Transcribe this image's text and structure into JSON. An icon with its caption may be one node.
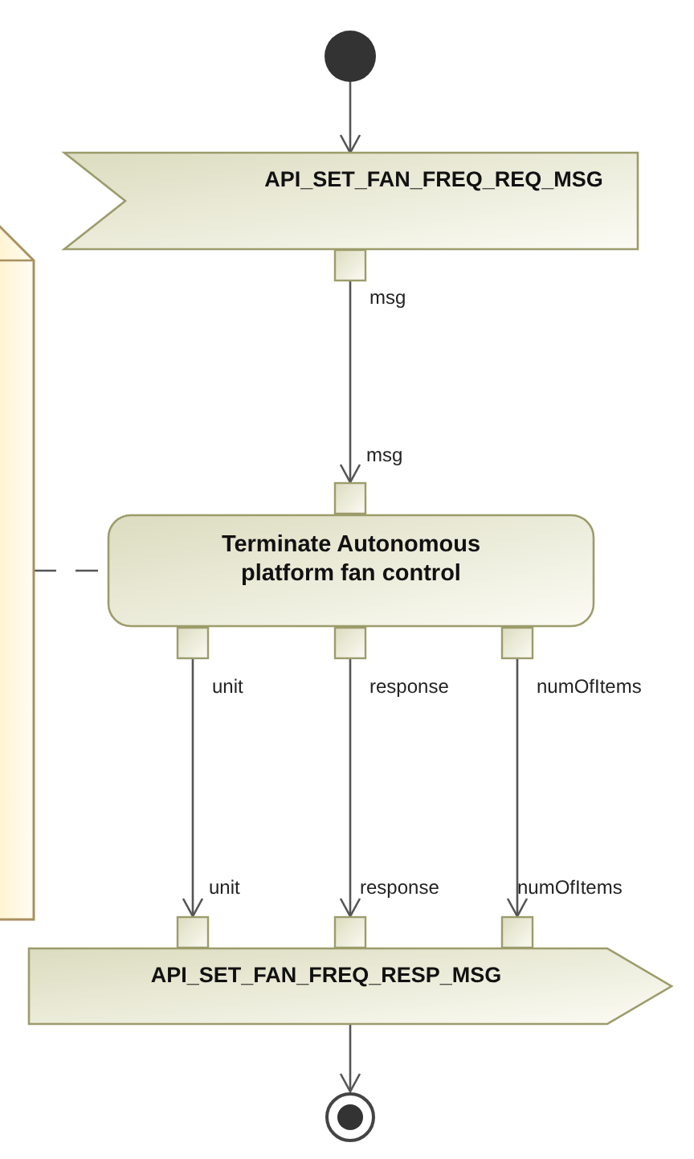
{
  "diagram": {
    "nodes": [
      {
        "text": [],
        "shape": "circle"
      },
      {
        "text": [
          "API_SET_FAN_FREQ_REQ_MSG"
        ]
      },
      {
        "text": [],
        "shape": "box",
        "beside": [
          "msg"
        ]
      },
      {
        "text": [],
        "shape": "box"
      },
      {
        "text": [],
        "shape": "box",
        "beside": [
          "msg"
        ]
      },
      {
        "text": [
          "Terminate Autonomous platform fan control"
        ]
      },
      {
        "text": [],
        "shape": "box",
        "beside": [
          "unit"
        ]
      },
      {
        "text": [],
        "shape": "box",
        "beside": [
          "response"
        ]
      },
      {
        "text": [],
        "shape": "box",
        "beside": [
          "numOfItems"
        ]
      },
      {
        "text": [],
        "shape": "box",
        "beside": [
          "unit"
        ]
      },
      {
        "text": [],
        "shape": "box",
        "beside": [
          "response"
        ]
      },
      {
        "text": [],
        "shape": "box",
        "beside": [
          "numOfItems"
        ]
      },
      {
        "text": [
          "API_SET_FAN_FREQ_RESP_MSG"
        ]
      },
      {
        "text": [],
        "shape": "circle"
      }
    ],
    "edges": [
      {
        "from": 0,
        "to": 1,
        "arrow": "to"
      },
      {
        "from": 2,
        "to": 4,
        "arrow": "to"
      },
      {
        "from": 3,
        "to": 5,
        "arrow": "none",
        "style": "dashed"
      },
      {
        "from": 6,
        "to": 9,
        "arrow": "to"
      },
      {
        "from": 7,
        "to": 10,
        "arrow": "to"
      },
      {
        "from": 8,
        "to": 11,
        "arrow": "to"
      },
      {
        "from": 12,
        "to": 13,
        "arrow": "to"
      }
    ]
  }
}
